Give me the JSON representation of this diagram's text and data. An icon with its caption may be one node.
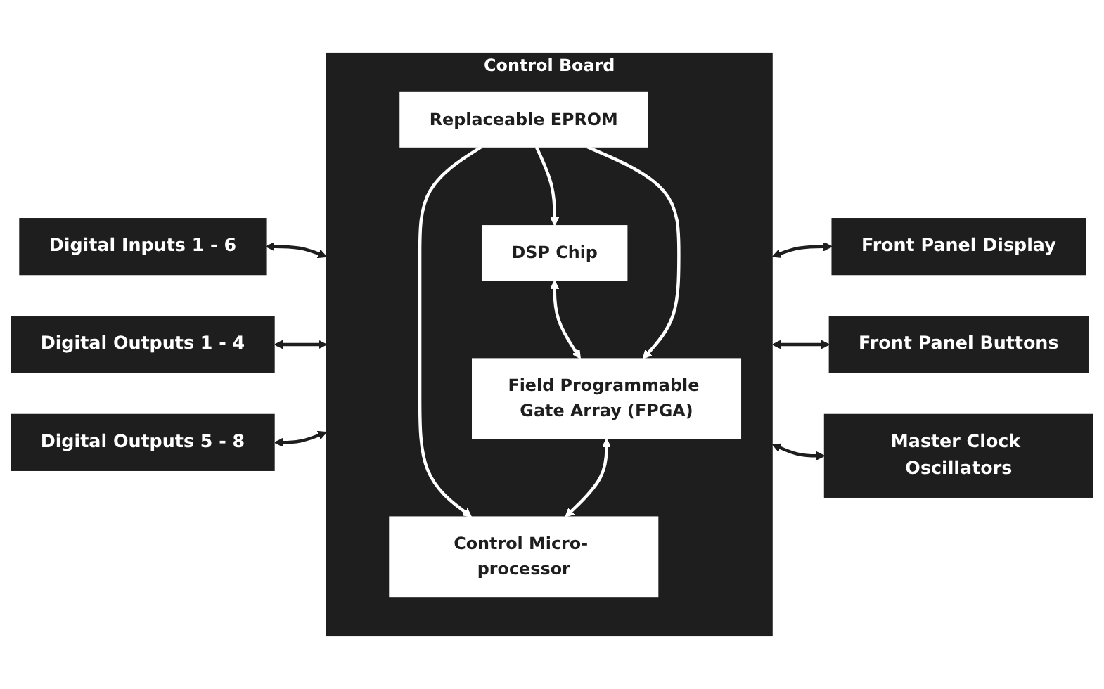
{
  "diagram": {
    "nodes": [
      {
        "text": [
          "Control Board"
        ]
      },
      {
        "text": [
          "DSP Chip"
        ],
        "in": 0
      },
      {
        "text": [
          "Replaceable EPROM"
        ],
        "in": 0
      },
      {
        "text": [
          "Field Programmable Gate Array (FPGA)"
        ],
        "in": 0
      },
      {
        "text": [
          "Control Micro- processor"
        ],
        "in": 0
      },
      {
        "text": [
          "Digital Inputs 1 - 6"
        ]
      },
      {
        "text": [
          "Digital Outputs 1 - 4"
        ]
      },
      {
        "text": [
          "Digital Outputs 5 - 8"
        ]
      },
      {
        "text": [
          "Front Panel Display"
        ]
      },
      {
        "text": [
          "Front Panel Buttons"
        ]
      },
      {
        "text": [
          "Master Clock Oscillators"
        ]
      }
    ],
    "edges": [
      {
        "from": 5,
        "to": 0,
        "arrow": "both"
      },
      {
        "from": 6,
        "to": 0,
        "arrow": "both"
      },
      {
        "from": 7,
        "to": 0,
        "arrow": "both"
      },
      {
        "from": 0,
        "to": 8,
        "arrow": "both"
      },
      {
        "from": 0,
        "to": 9,
        "arrow": "both"
      },
      {
        "from": 0,
        "to": 10,
        "arrow": "both"
      },
      {
        "from": 2,
        "to": 1,
        "arrow": "to",
        "color": "#ffffff"
      },
      {
        "from": 1,
        "to": 3,
        "arrow": "both",
        "color": "#ffffff"
      },
      {
        "from": 2,
        "to": 3,
        "arrow": "to",
        "color": "#ffffff"
      },
      {
        "from": 2,
        "to": 4,
        "arrow": "to",
        "color": "#ffffff"
      },
      {
        "from": 3,
        "to": 4,
        "arrow": "both",
        "color": "#ffffff"
      }
    ]
  }
}
